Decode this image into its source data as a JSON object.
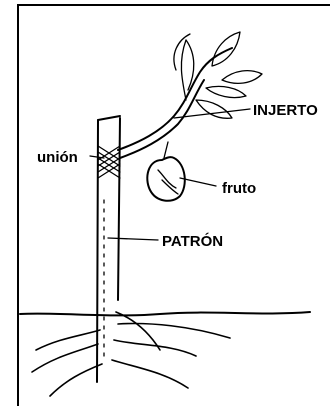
{
  "labels": {
    "injerto": "INJERTO",
    "union": "unión",
    "fruto": "fruto",
    "patron": "PATRÓN"
  }
}
